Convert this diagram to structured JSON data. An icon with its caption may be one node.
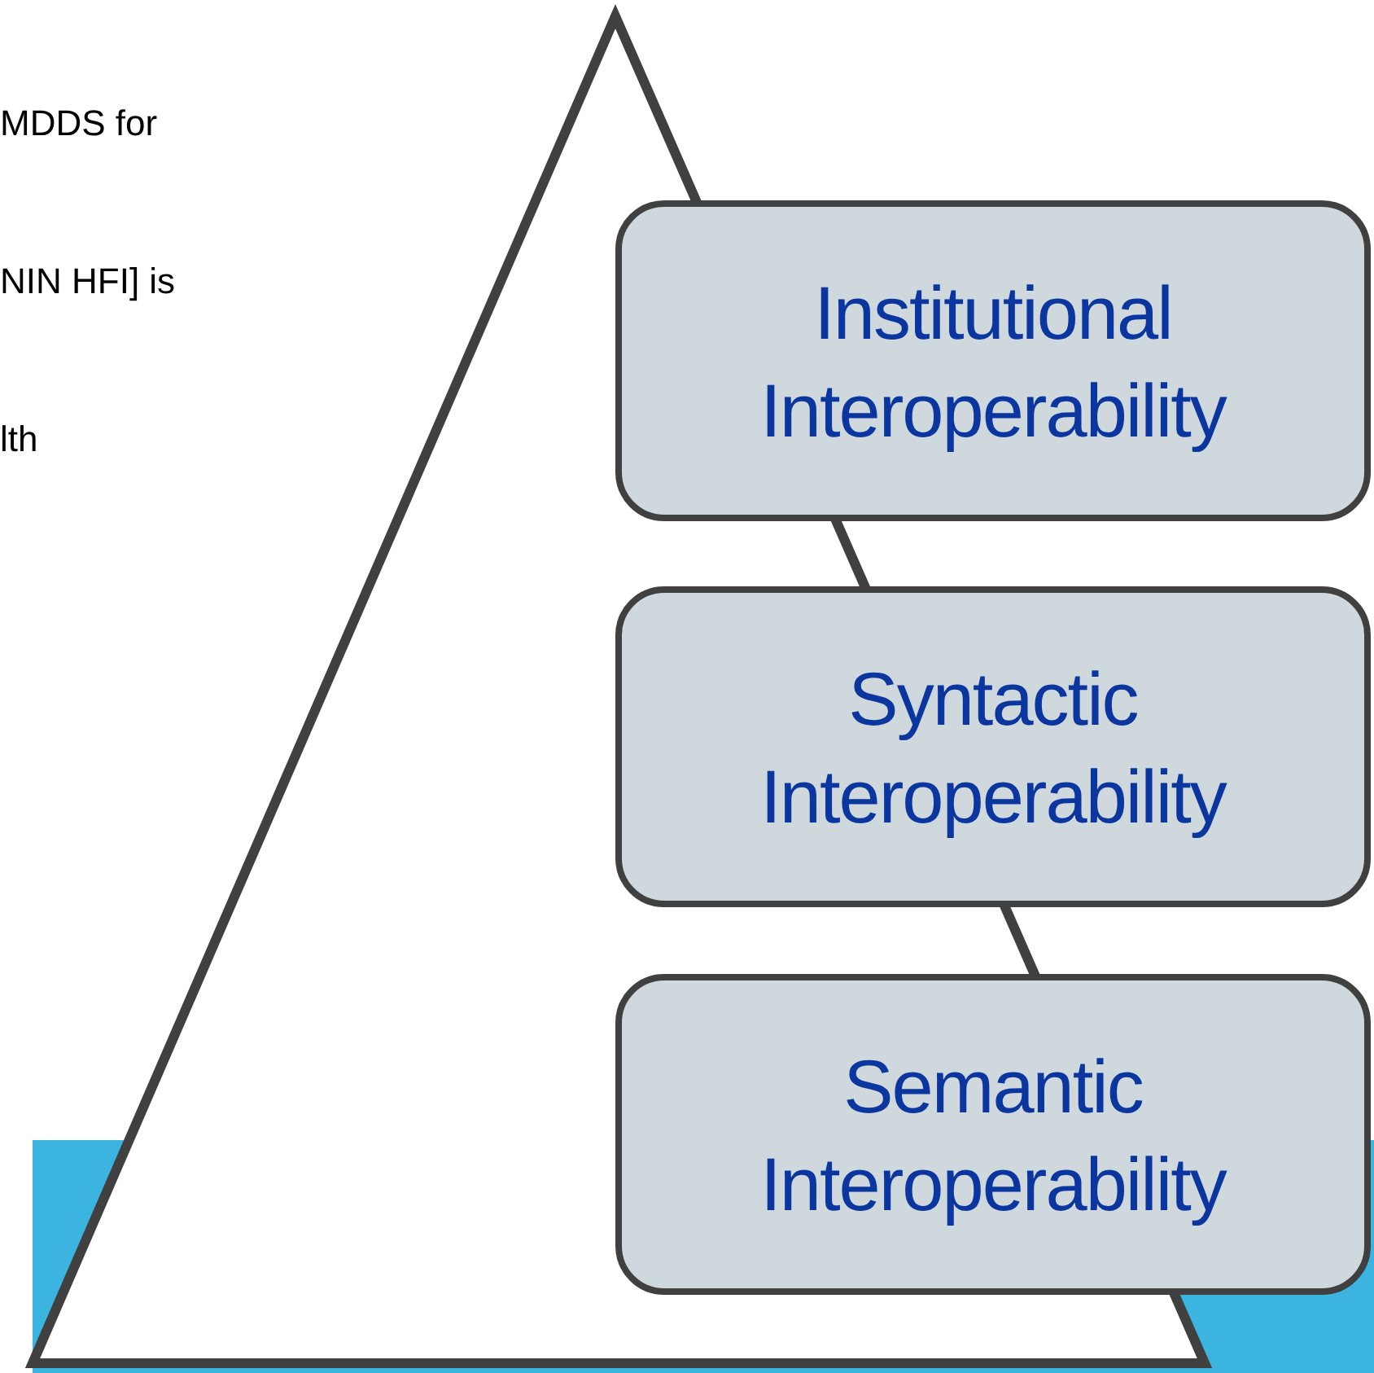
{
  "diagram": {
    "nodes": [
      {
        "text": [
          "Institutional Interoperability"
        ]
      },
      {
        "text": [
          "Syntactic Interoperability"
        ]
      },
      {
        "text": [
          "Semantic Interoperability"
        ]
      }
    ],
    "labels": [
      "MDDS for",
      "NIN HFI] is",
      "lth"
    ]
  }
}
